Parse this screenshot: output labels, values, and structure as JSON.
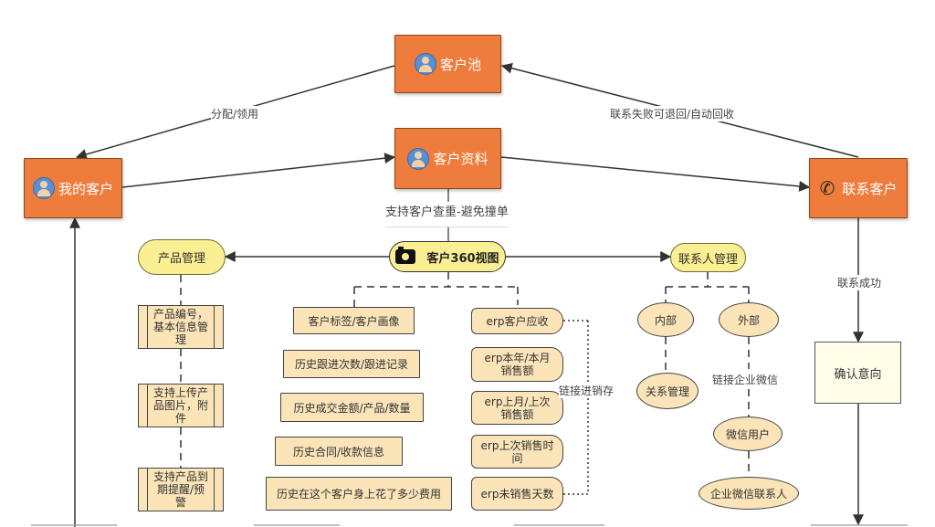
{
  "nodes": {
    "customer_pool": "客户池",
    "my_customers": "我的客户",
    "customer_info": "客户资料",
    "contact_customer": "联系客户",
    "customer_360": "客户360视图",
    "product_mgmt": "产品管理",
    "contact_mgmt": "联系人管理",
    "product_code": "产品编号，基本信息管理",
    "product_upload": "支持上传产品图片，附件",
    "product_expiry": "支持产品到期提醒/预警",
    "customer_tags": "客户标签/客户画像",
    "follow_history": "历史跟进次数/跟进记录",
    "deal_history": "历史成交金额/产品/数量",
    "contract_history": "历史合同/收款信息",
    "spend_history": "历史在这个客户身上花了多少费用",
    "erp_receivable": "erp客户应收",
    "erp_sales_year": "erp本年/本月销售额",
    "erp_sales_month": "erp上月/上次销售额",
    "erp_last_sale": "erp上次销售时间",
    "erp_no_sale_days": "erp未销售天数",
    "internal": "内部",
    "external": "外部",
    "relation_mgmt": "关系管理",
    "wechat_user": "微信用户",
    "wecom_contact": "企业微信联系人",
    "confirm_intent": "确认意向"
  },
  "labels": {
    "assign": "分配/领用",
    "fail_return": "联系失败可退回/自动回收",
    "dedupe": "支持客户查重-避免撞单",
    "link_erp": "链接进销存",
    "link_wecom": "链接企业微信",
    "contact_success": "联系成功"
  },
  "colors": {
    "orange": "#ee7d3d",
    "yellow": "#fbef94",
    "tan": "#fae4b8"
  }
}
